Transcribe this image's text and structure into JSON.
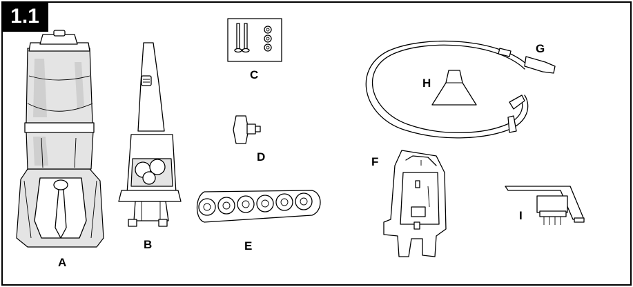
{
  "figure": {
    "number": "1.1"
  },
  "parts": [
    {
      "letter": "A"
    },
    {
      "letter": "B"
    },
    {
      "letter": "C"
    },
    {
      "letter": "D"
    },
    {
      "letter": "E"
    },
    {
      "letter": "F"
    },
    {
      "letter": "G"
    },
    {
      "letter": "H"
    },
    {
      "letter": "I"
    }
  ]
}
